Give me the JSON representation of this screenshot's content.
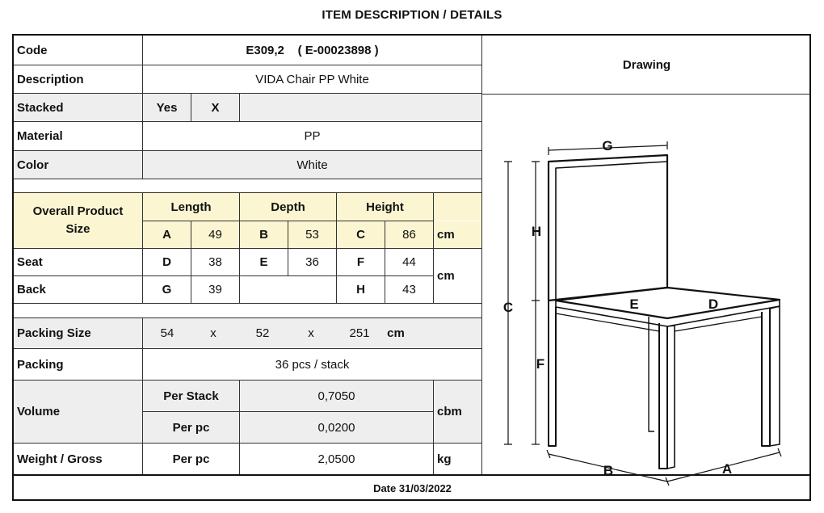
{
  "header": {
    "title": "ITEM DESCRIPTION / DETAILS"
  },
  "item": {
    "code_label": "Code",
    "code_value": "E309,2    ( E-00023898 )",
    "description_label": "Description",
    "description_value": "VIDA Chair PP White",
    "stacked_label": "Stacked",
    "stacked_yes": "Yes",
    "stacked_mark": "X",
    "material_label": "Material",
    "material_value": "PP",
    "color_label": "Color",
    "color_value": "White"
  },
  "dimensions": {
    "overall_label": "Overall Product Size",
    "length_header": "Length",
    "depth_header": "Depth",
    "height_header": "Height",
    "a_label": "A",
    "a_value": "49",
    "b_label": "B",
    "b_value": "53",
    "c_label": "C",
    "c_value": "86",
    "unit": "cm",
    "seat_label": "Seat",
    "d_label": "D",
    "d_value": "38",
    "e_label": "E",
    "e_value": "36",
    "f_label": "F",
    "f_value": "44",
    "back_label": "Back",
    "g_label": "G",
    "g_value": "39",
    "h_label": "H",
    "h_value": "43",
    "seat_back_unit": "cm"
  },
  "packing": {
    "size_label": "Packing Size",
    "size_1": "54",
    "x_1": "x",
    "size_2": "52",
    "x_2": "x",
    "size_3": "251",
    "size_unit": "cm",
    "packing_label": "Packing",
    "packing_value": "36 pcs / stack",
    "volume_label": "Volume",
    "per_stack_label": "Per Stack",
    "per_stack_value": "0,7050",
    "per_pc_label": "Per pc",
    "per_pc_value": "0,0200",
    "volume_unit": "cbm",
    "weight_label": "Weight / Gross",
    "weight_per_pc_label": "Per pc",
    "weight_value": "2,0500",
    "weight_unit": "kg"
  },
  "drawing": {
    "title": "Drawing",
    "labels": {
      "G": "G",
      "H": "H",
      "C": "C",
      "F": "F",
      "E": "E",
      "D": "D",
      "B": "B",
      "A": "A"
    }
  },
  "footer": {
    "date": "Date 31/03/2022"
  }
}
